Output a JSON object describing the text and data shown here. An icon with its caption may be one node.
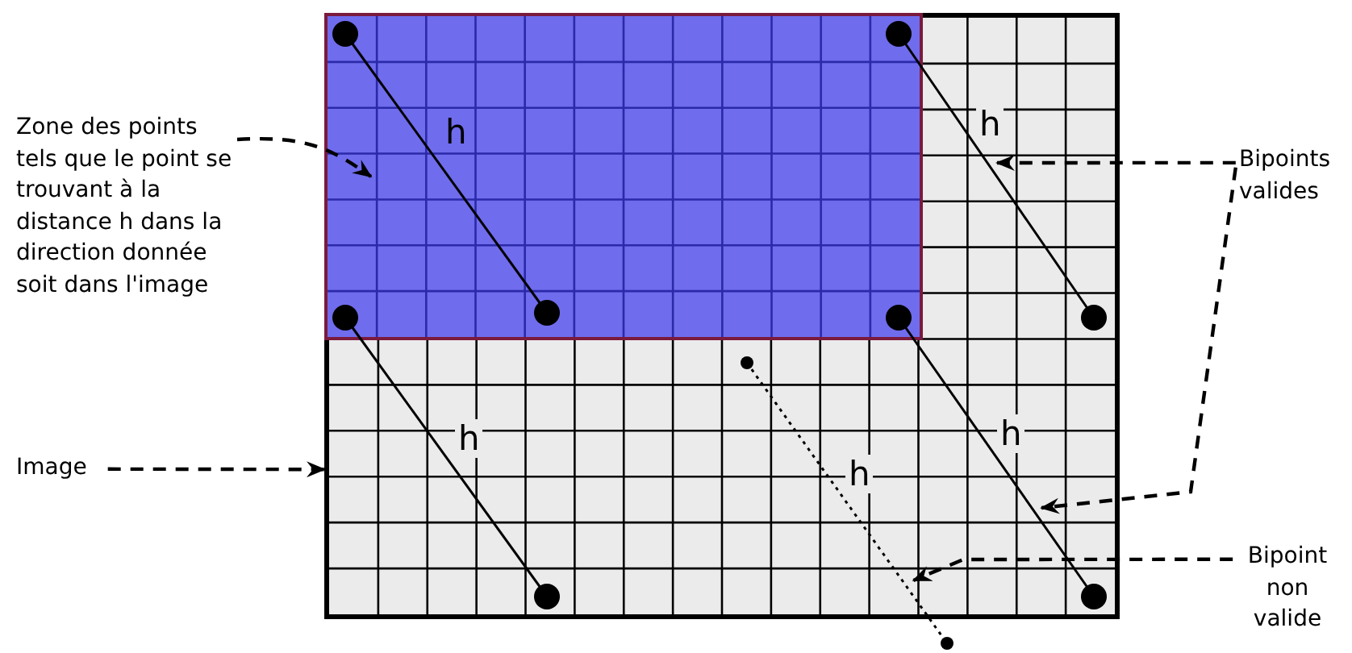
{
  "diagram": {
    "nodes": [
      {
        "text": [],
        "shape": "box"
      },
      {
        "text": [],
        "shape": "box",
        "in": 0
      },
      {
        "text": [
          "Zone des points tels que le point se trouvant à la distance h dans la direction donnée soit dans l'image"
        ]
      },
      {
        "text": [
          "Image"
        ]
      },
      {
        "text": [
          "Bipoints valides"
        ]
      },
      {
        "text": [
          "Bipoint non valide"
        ]
      },
      {
        "text": [
          "h"
        ],
        "in": 1
      },
      {
        "text": [
          "h"
        ],
        "in": 0
      },
      {
        "text": [
          "h"
        ],
        "in": 0
      },
      {
        "text": [
          "h"
        ],
        "in": 0
      },
      {
        "text": [
          "h"
        ]
      }
    ],
    "edges": [
      {
        "from": 2,
        "to": 1,
        "arrow": "to",
        "style": "dashed"
      },
      {
        "from": 3,
        "to": 0,
        "arrow": "to",
        "style": "dashed"
      },
      {
        "from": 4,
        "to": 7,
        "arrow": "to",
        "style": "dashed"
      },
      {
        "from": 4,
        "to": 9,
        "arrow": "to",
        "style": "dashed"
      },
      {
        "from": 5,
        "to": 10,
        "arrow": "to",
        "style": "dashed"
      }
    ]
  }
}
